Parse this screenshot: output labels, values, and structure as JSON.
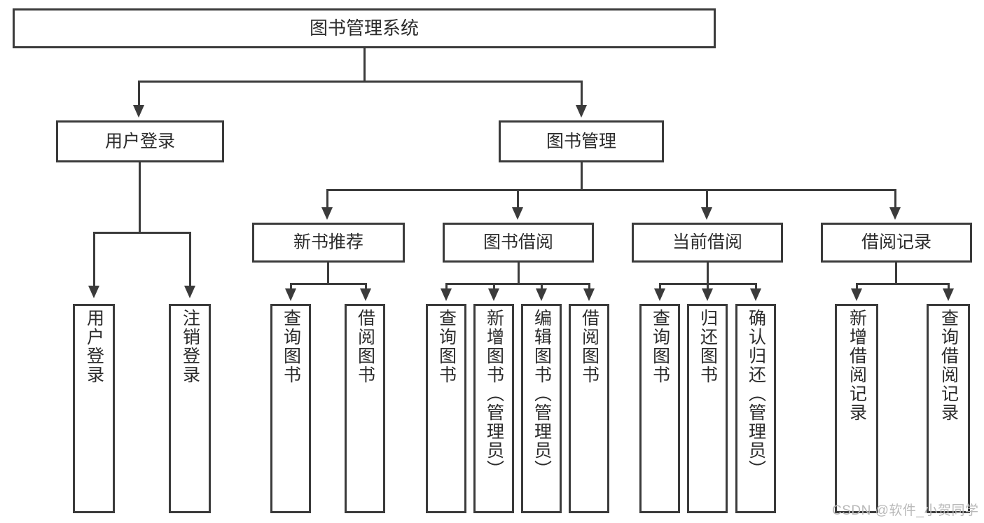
{
  "diagram": {
    "title": "图书管理系统",
    "type": "tree-hierarchy-diagram",
    "colors": {
      "stroke": "#3b3b3b",
      "fill": "#ffffff",
      "text": "#2b2b2b",
      "watermark": "#b9b9b9"
    },
    "root": {
      "label": "图书管理系统"
    },
    "level2": [
      {
        "label": "用户登录"
      },
      {
        "label": "图书管理"
      }
    ],
    "level3": [
      {
        "label": "新书推荐"
      },
      {
        "label": "图书借阅"
      },
      {
        "label": "当前借阅"
      },
      {
        "label": "借阅记录"
      }
    ],
    "leaves": {
      "user_login": [
        {
          "label": "用户登录"
        },
        {
          "label": "注销登录"
        }
      ],
      "new_book_recommend": [
        {
          "label": "查询图书"
        },
        {
          "label": "借阅图书"
        }
      ],
      "book_borrow": [
        {
          "label": "查询图书"
        },
        {
          "label": "新增图书（管理员）"
        },
        {
          "label": "编辑图书（管理员）"
        },
        {
          "label": "借阅图书"
        }
      ],
      "current_borrow": [
        {
          "label": "查询图书"
        },
        {
          "label": "归还图书"
        },
        {
          "label": "确认归还（管理员）"
        }
      ],
      "borrow_record": [
        {
          "label": "新增借阅记录"
        },
        {
          "label": "查询借阅记录"
        }
      ]
    },
    "watermark": "CSDN @软件_小贺同学"
  }
}
